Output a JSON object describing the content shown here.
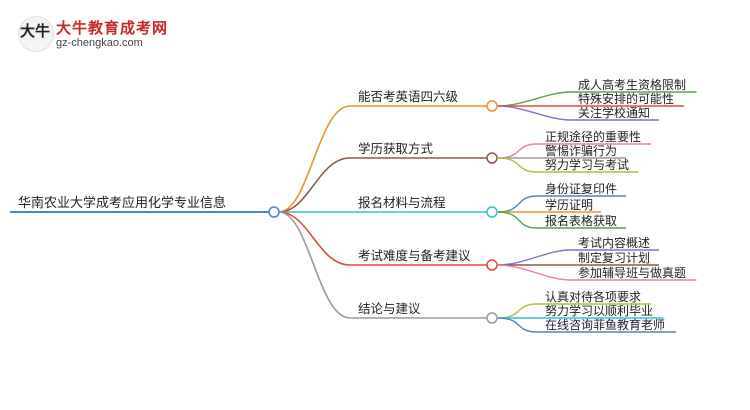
{
  "logo": {
    "glyph": "大牛",
    "name": "大牛教育成考网",
    "url": "gz-chengkao.com"
  },
  "mindmap": {
    "root": "华南农业大学成考应用化学专业信息",
    "branches": [
      {
        "label": "能否考英语四六级",
        "color": "#f0922b",
        "children": [
          {
            "label": "成人高考生资格限制",
            "color": "#5aa84e"
          },
          {
            "label": "特殊安排的可能性",
            "color": "#e04a3c"
          },
          {
            "label": "关注学校通知",
            "color": "#8e6cc4"
          }
        ]
      },
      {
        "label": "学历获取方式",
        "color": "#8b5a48",
        "children": [
          {
            "label": "正规途径的重要性",
            "color": "#e97bb6"
          },
          {
            "label": "警惕诈骗行为",
            "color": "#9a9a9a"
          },
          {
            "label": "努力学习与考试",
            "color": "#b5bd35"
          }
        ]
      },
      {
        "label": "报名材料与流程",
        "color": "#35c0cf",
        "children": [
          {
            "label": "身份证复印件",
            "color": "#4a86c5"
          },
          {
            "label": "学历证明",
            "color": "#f0922b"
          },
          {
            "label": "报名表格获取",
            "color": "#4ca64c"
          }
        ]
      },
      {
        "label": "考试难度与备考建议",
        "color": "#e04a3c",
        "children": [
          {
            "label": "考试内容概述",
            "color": "#8e6cc4"
          },
          {
            "label": "制定复习计划",
            "color": "#8b5a48"
          },
          {
            "label": "参加辅导班与做真题",
            "color": "#e97bb6"
          }
        ]
      },
      {
        "label": "结论与建议",
        "color": "#9a9a9a",
        "children": [
          {
            "label": "认真对待各项要求",
            "color": "#b5bd35"
          },
          {
            "label": "努力学习以顺利毕业",
            "color": "#35c0cf"
          },
          {
            "label": "在线咨询菲鱼教育老师",
            "color": "#4a86c5"
          }
        ]
      }
    ]
  }
}
